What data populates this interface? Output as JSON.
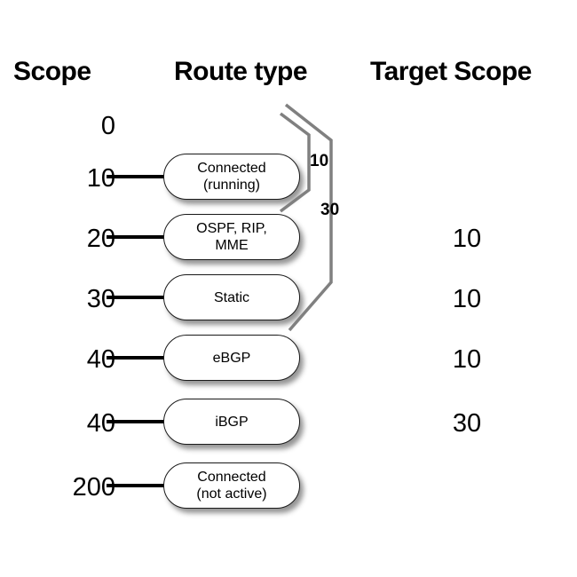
{
  "headers": {
    "scope": "Scope",
    "route_type": "Route type",
    "target_scope": "Target Scope"
  },
  "colors": {
    "background": "#ffffff",
    "text": "#000000",
    "box_border": "#1a1a1a",
    "box_fill": "#ffffff",
    "connector": "#000000",
    "bracket": "#808080"
  },
  "rows": [
    {
      "scope": "0",
      "route_type": null,
      "target_scope": null,
      "has_box": false
    },
    {
      "scope": "10",
      "route_type": "Connected\n(running)",
      "target_scope": null,
      "has_box": true
    },
    {
      "scope": "20",
      "route_type": "OSPF, RIP,\nMME",
      "target_scope": "10",
      "has_box": true
    },
    {
      "scope": "30",
      "route_type": "Static",
      "target_scope": "10",
      "has_box": true
    },
    {
      "scope": "40",
      "route_type": "eBGP",
      "target_scope": "10",
      "has_box": true
    },
    {
      "scope": "40",
      "route_type": "iBGP",
      "target_scope": "30",
      "has_box": true
    },
    {
      "scope": "200",
      "route_type": "Connected\n(not active)",
      "target_scope": null,
      "has_box": true
    }
  ],
  "brackets": [
    {
      "name": "inner",
      "label": "10"
    },
    {
      "name": "outer",
      "label": "30"
    }
  ]
}
